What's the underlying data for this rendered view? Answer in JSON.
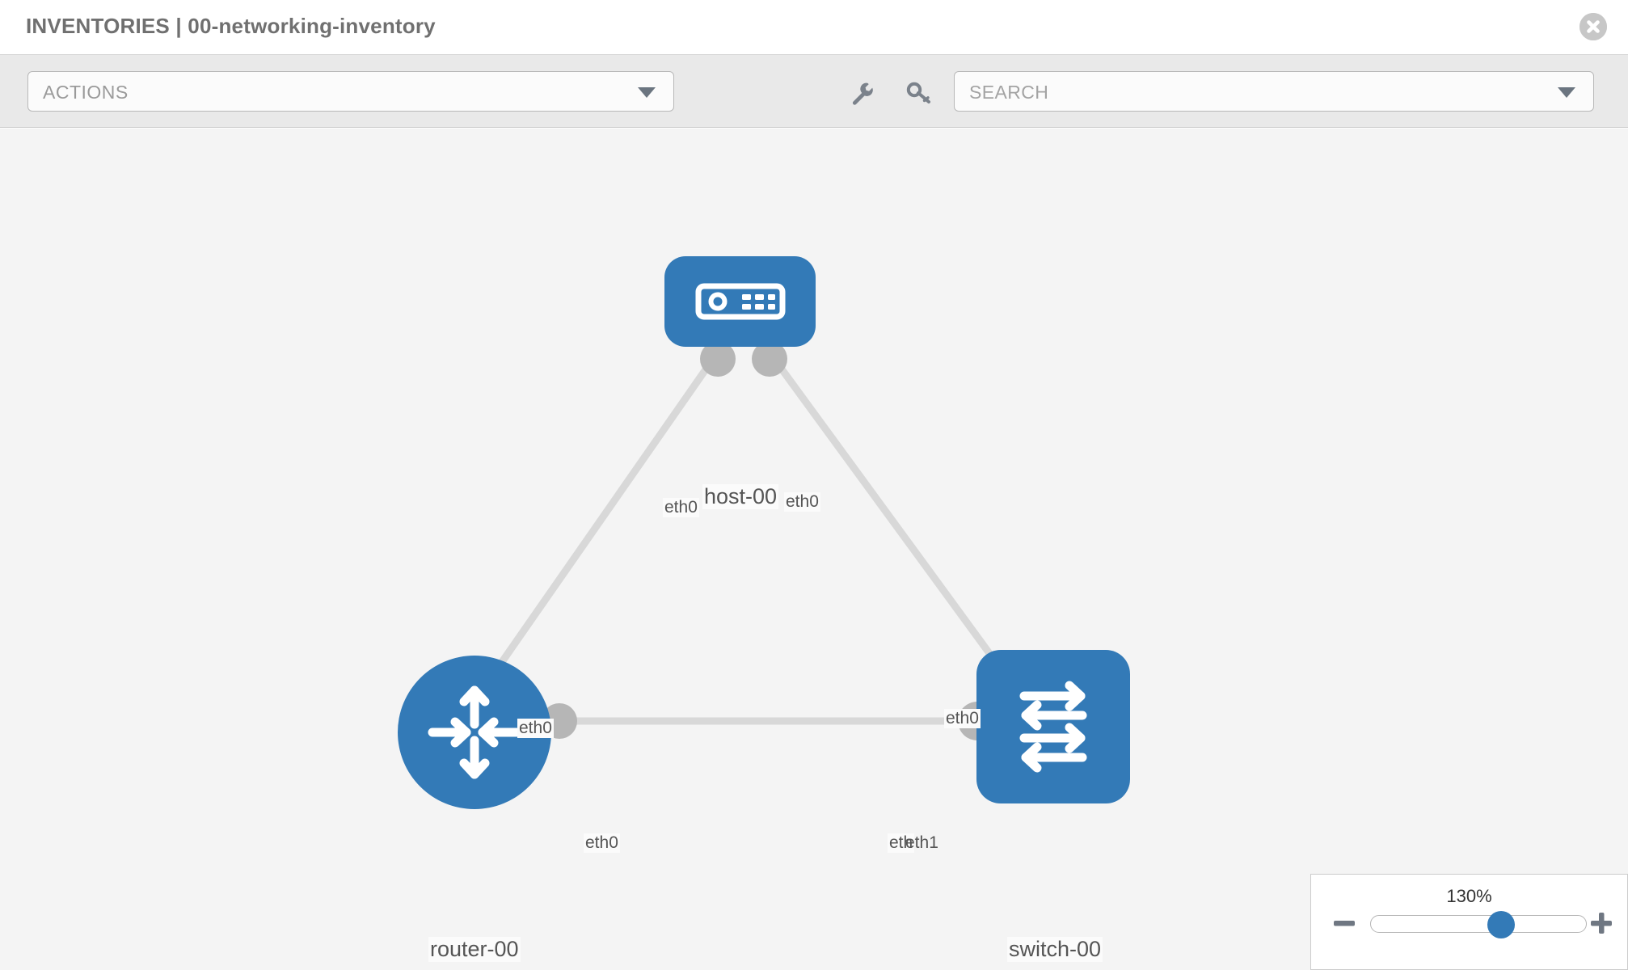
{
  "header": {
    "title": "INVENTORIES | 00-networking-inventory",
    "close_icon": "close-circle-icon"
  },
  "toolbar": {
    "actions": {
      "label": "ACTIONS",
      "caret_icon": "chevron-down-icon"
    },
    "wrench_icon": "wrench-icon",
    "key_icon": "key-icon",
    "search": {
      "placeholder": "SEARCH",
      "value": "SEARCH",
      "caret_icon": "chevron-down-icon"
    }
  },
  "topology": {
    "accent_color": "#337ab7",
    "link_color": "#d5d5d5",
    "connector_color": "#b6b6b6",
    "canvas_bg": "#f4f4f4",
    "nodes": [
      {
        "id": "host-00",
        "label": "host-00",
        "icon": "server-icon",
        "shape": "rounded-rect"
      },
      {
        "id": "router-00",
        "label": "router-00",
        "icon": "router-arrows-icon",
        "shape": "circle"
      },
      {
        "id": "switch-00",
        "label": "switch-00",
        "icon": "switch-arrows-icon",
        "shape": "rounded-square"
      }
    ],
    "links": [
      {
        "from": "host-00",
        "from_port": "eth0",
        "to": "router-00",
        "to_port": "eth0"
      },
      {
        "from": "host-00",
        "from_port": "eth0",
        "to": "switch-00",
        "to_port": "eth0"
      },
      {
        "from": "router-00",
        "from_port": "eth0",
        "to": "switch-00",
        "to_port": "eth1"
      }
    ],
    "port_labels": {
      "host_left": "eth0",
      "host_right": "eth0",
      "router_up": "eth0",
      "switch_up": "eth0",
      "router_right": "eth0",
      "switch_left_under": "eth",
      "switch_left": "eth1"
    }
  },
  "zoom": {
    "level": "130%",
    "minus_icon": "minus-icon",
    "plus_icon": "plus-icon",
    "slider_percent": 62
  }
}
